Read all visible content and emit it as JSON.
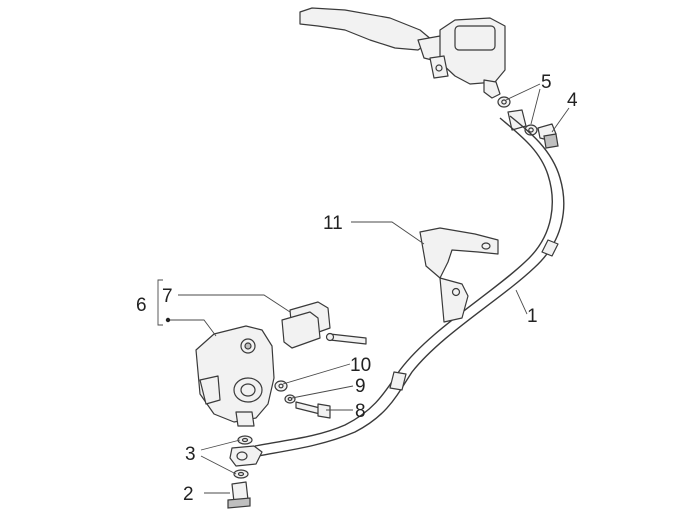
{
  "callouts": {
    "c1": "1",
    "c2": "2",
    "c3": "3",
    "c4": "4",
    "c5": "5",
    "c6": "6",
    "c7": "7",
    "c8": "8",
    "c9": "9",
    "c10": "10",
    "c11": "11"
  },
  "colors": {
    "line": "#3a3a3a",
    "part_fill": "#f2f2f2",
    "background": "#ffffff"
  }
}
